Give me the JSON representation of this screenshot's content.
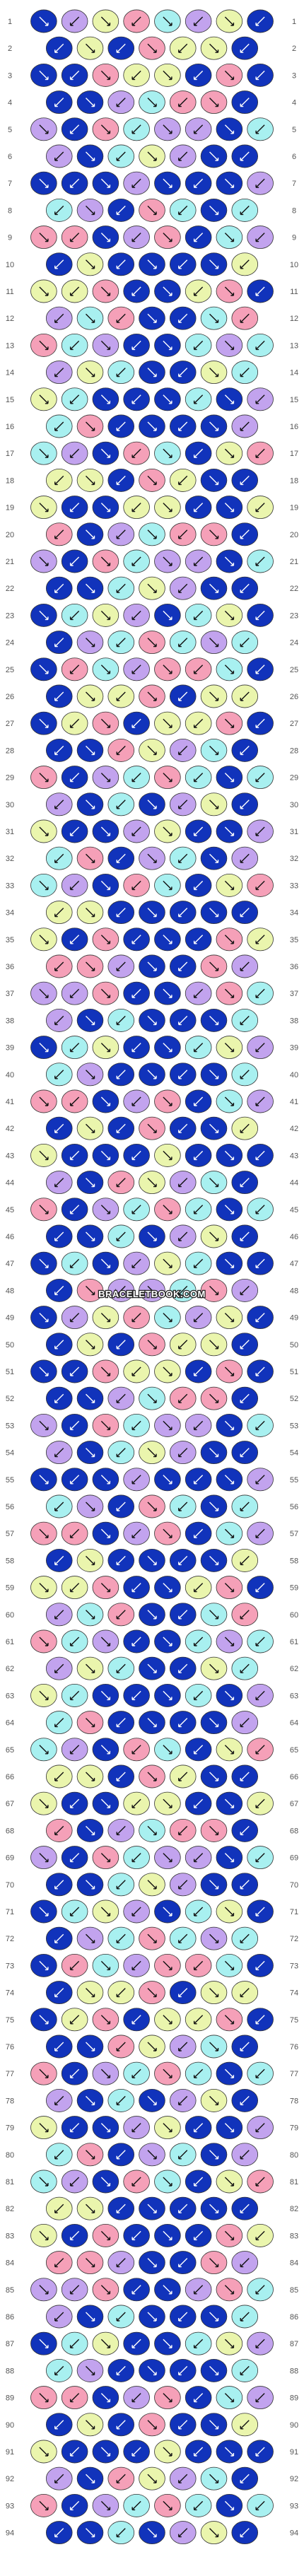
{
  "pattern": {
    "row_count": 94,
    "string_count": 16,
    "watermark": "BRACELETBOOK.COM",
    "palette": {
      "cyan": "#a8f0f0",
      "lime": "#eaf5ad",
      "pink": "#f5a0b8",
      "purple": "#c2a3ee",
      "blue": "#1133bb",
      "white": "#ffffff"
    },
    "string_colors": [
      "cyan",
      "lime",
      "white",
      "pink",
      "purple",
      "white",
      "blue",
      "white",
      "white",
      "blue",
      "white",
      "purple",
      "pink",
      "white",
      "lime",
      "cyan"
    ]
  }
}
